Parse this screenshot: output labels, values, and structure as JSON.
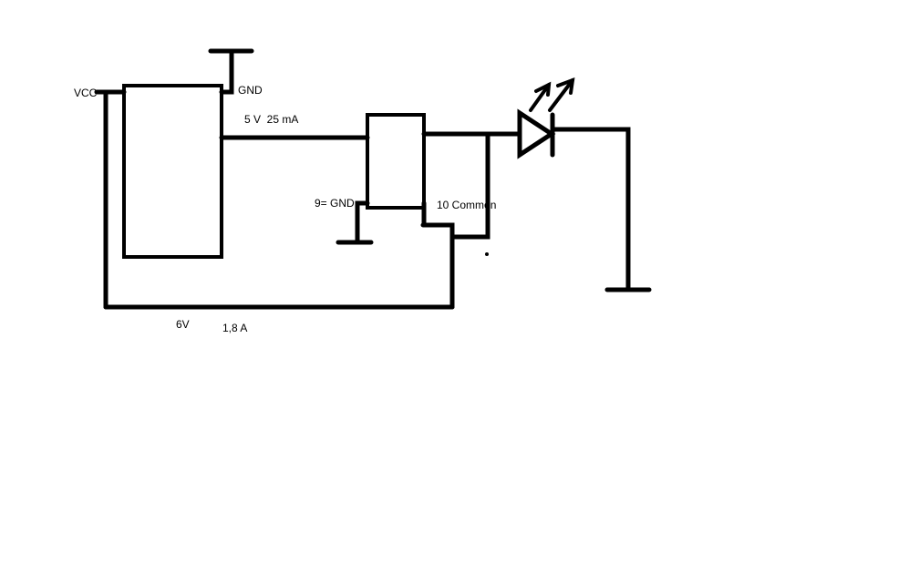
{
  "labels": {
    "vcc": "VCC",
    "gnd": "GND",
    "output": "5 V  25 mA",
    "pin9": "9= GND",
    "pin10": "10 Common",
    "supply_v": "6V",
    "supply_a": "1,8 A"
  },
  "colors": {
    "ink": "#000000",
    "background": "#ffffff"
  }
}
